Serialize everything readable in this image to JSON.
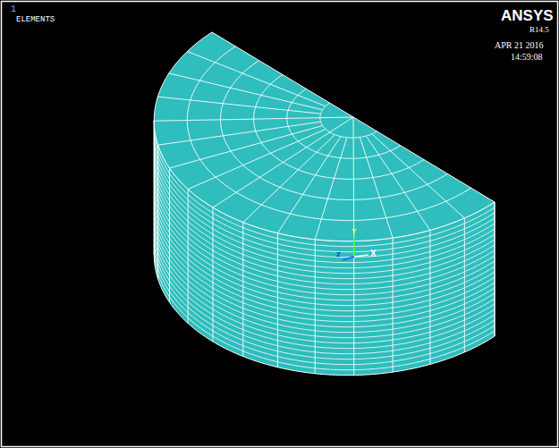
{
  "diagram": {
    "labels": [
      "1",
      "ELEMENTS",
      "ANSYS",
      "R14.5",
      "APR 21 2016",
      "14:59:08",
      "Y",
      "Z",
      "X"
    ]
  }
}
